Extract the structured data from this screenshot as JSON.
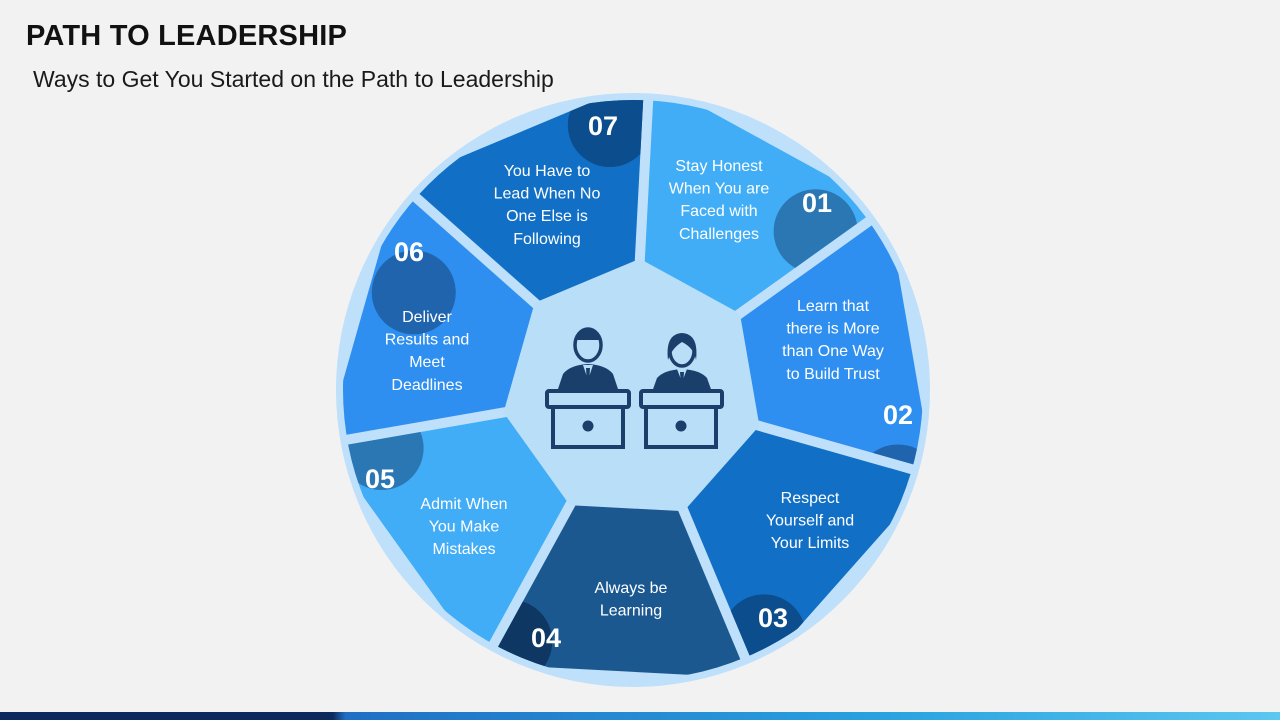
{
  "title": "PATH TO LEADERSHIP",
  "subtitle": "Ways to Get You Started on the Path to Leadership",
  "center_icon": "leaders-at-podiums-icon",
  "colors": {
    "outer_ring": "#bfe0fa",
    "hub": "#b9def8",
    "icon": "#1b3f6b"
  },
  "segments": [
    {
      "number": "01",
      "lines": [
        "Stay Honest",
        "When You are",
        "Faced with",
        "Challenges"
      ],
      "color": "#41adf6",
      "badge": "#2a77b4"
    },
    {
      "number": "02",
      "lines": [
        "Learn that",
        "there is More",
        "than One Way",
        "to Build Trust"
      ],
      "color": "#2e8ff0",
      "badge": "#1f64ad"
    },
    {
      "number": "03",
      "lines": [
        "Respect",
        "Yourself and",
        "Your Limits"
      ],
      "color": "#1170c6",
      "badge": "#0c4d8d"
    },
    {
      "number": "04",
      "lines": [
        "Always be",
        "Learning"
      ],
      "color": "#1c5890",
      "badge": "#0f3763"
    },
    {
      "number": "05",
      "lines": [
        "Admit When",
        "You Make",
        "Mistakes"
      ],
      "color": "#41adf6",
      "badge": "#2a77b4"
    },
    {
      "number": "06",
      "lines": [
        "Deliver",
        "Results and",
        "Meet",
        "Deadlines"
      ],
      "color": "#2e8ff0",
      "badge": "#1f64ad"
    },
    {
      "number": "07",
      "lines": [
        "You Have to",
        "Lead When No",
        "One Else is",
        "Following"
      ],
      "color": "#1170c6",
      "badge": "#0c4d8d"
    }
  ]
}
